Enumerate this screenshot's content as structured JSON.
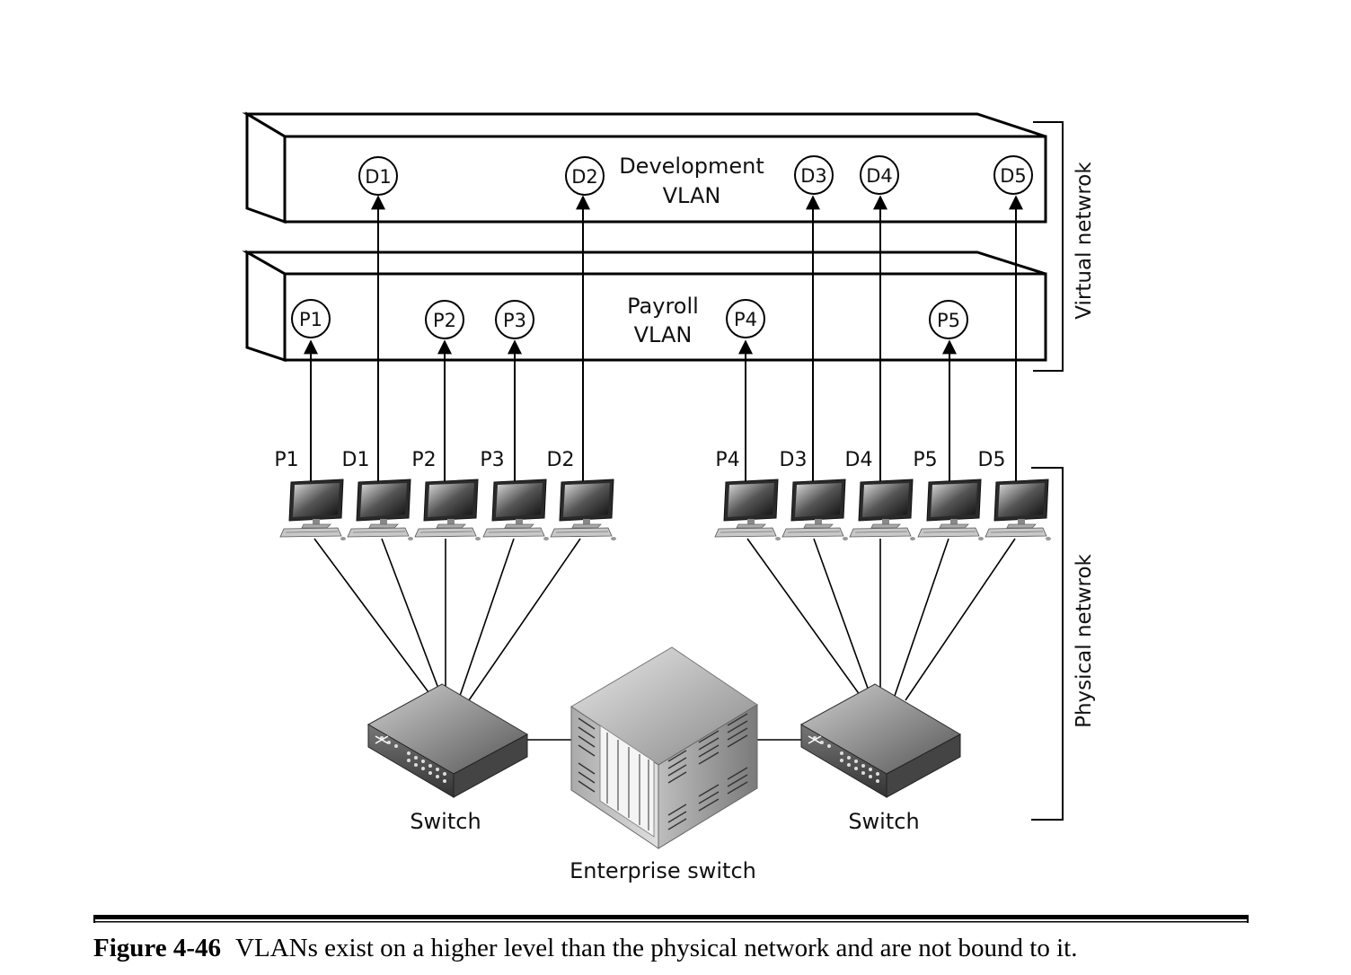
{
  "vlans": {
    "development": {
      "line1": "Development",
      "line2": "VLAN"
    },
    "payroll": {
      "line1": "Payroll",
      "line2": "VLAN"
    }
  },
  "dev_nodes": [
    "D1",
    "D2",
    "D3",
    "D4",
    "D5"
  ],
  "payroll_nodes": [
    "P1",
    "P2",
    "P3",
    "P4",
    "P5"
  ],
  "computers_left": [
    "P1",
    "D1",
    "P2",
    "P3",
    "D2"
  ],
  "computers_right": [
    "P4",
    "D3",
    "D4",
    "P5",
    "D5"
  ],
  "devices": {
    "switch_left": "Switch",
    "switch_right": "Switch",
    "enterprise": "Enterprise switch"
  },
  "brackets": {
    "virtual": "Virtual netwrok",
    "physical": "Physical netwrok"
  },
  "caption": {
    "number": "Figure 4-46",
    "text": "VLANs exist on a higher level than the physical network and are not bound to it."
  }
}
